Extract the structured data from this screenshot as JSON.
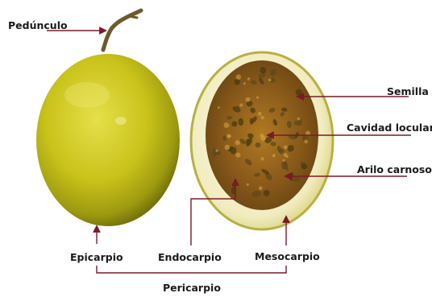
{
  "labels": {
    "peduncle": "Pedúnculo",
    "seed": "Semilla",
    "locular_cavity": "Cavidad locular",
    "fleshy_aril": "Arilo carnoso",
    "epicarp": "Epicarpio",
    "endocarp": "Endocarpio",
    "mesocarp": "Mesocarpio",
    "pericarp": "Pericarpio"
  },
  "colors": {
    "leader_line": "#7a1a2a",
    "fruit_skin": "#c9c21a",
    "mesocarp_flesh": "#f3efc6",
    "pulp": "#8a5a1a",
    "label_text": "#1a1a1a"
  }
}
